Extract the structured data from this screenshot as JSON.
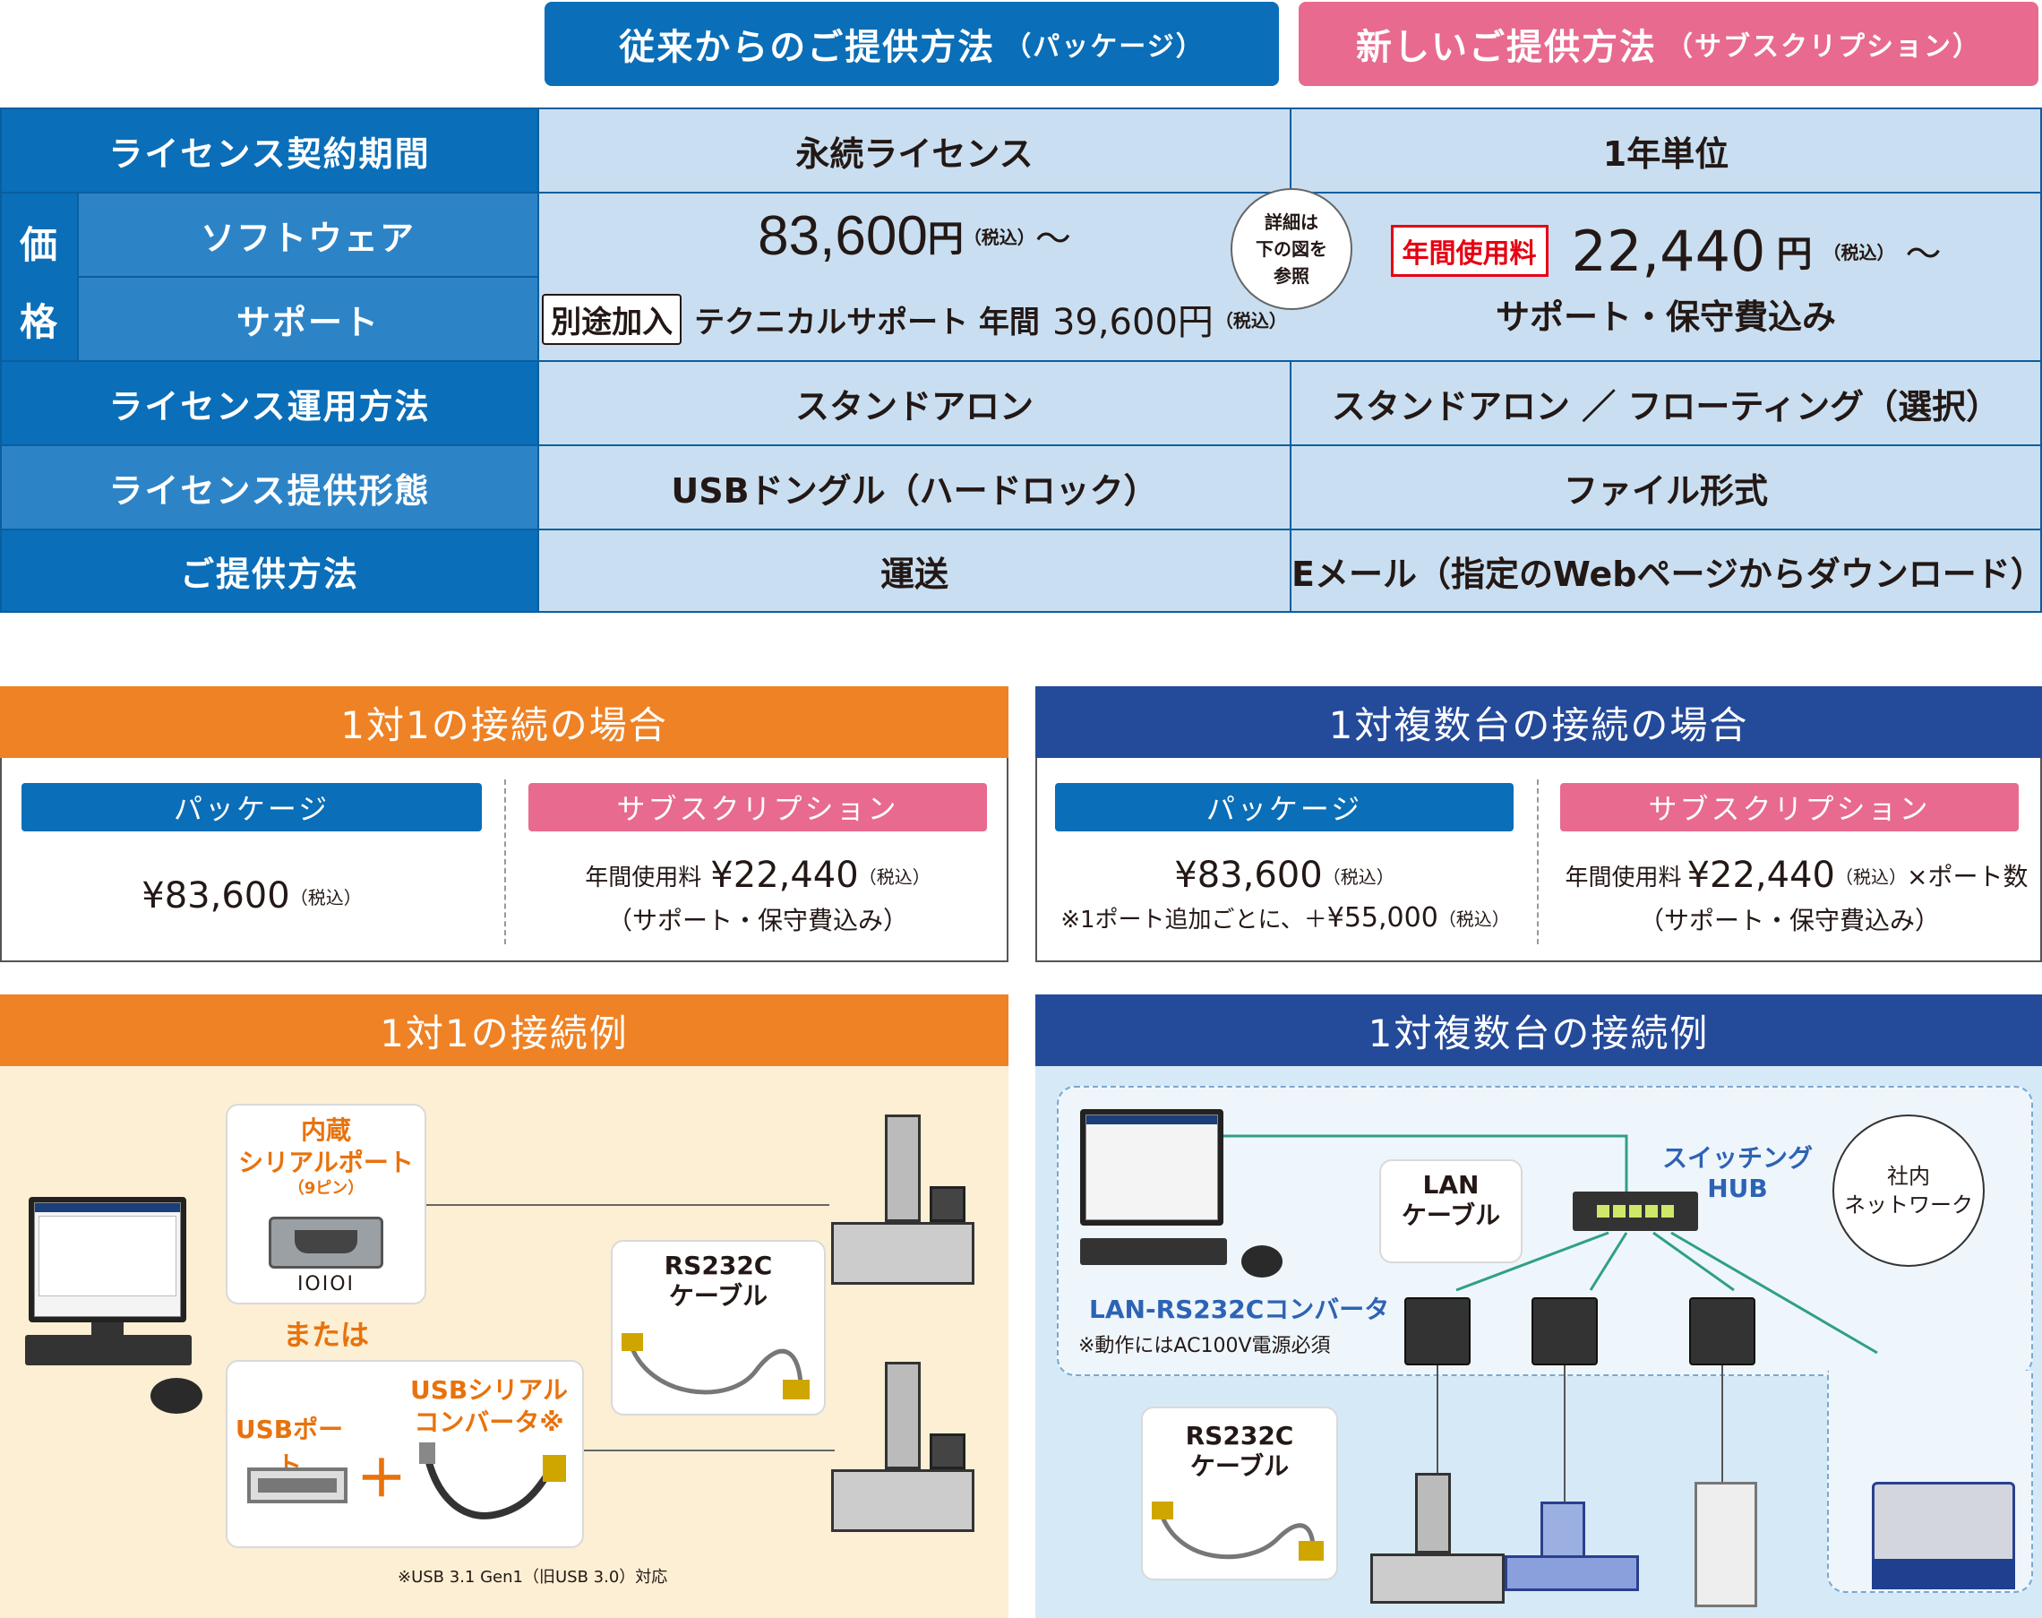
{
  "header": {
    "package_title": "従来からのご提供方法",
    "package_sub": "（パッケージ）",
    "subscription_title": "新しいご提供方法",
    "subscription_sub": "（サブスクリプション）"
  },
  "table": {
    "rows": {
      "license_period": {
        "label": "ライセンス契約期間",
        "package": "永続ライセンス",
        "subscription": "1年単位"
      },
      "price_label_1": "価",
      "price_label_2": "格",
      "software": {
        "label": "ソフトウェア",
        "package_amount": "83,600",
        "package_yen": "円",
        "tax": "（税込）",
        "tilde": "～",
        "sub_badge": "年間使用料",
        "sub_amount": "22,440",
        "sub_yen": "円"
      },
      "support": {
        "label": "サポート",
        "package_badge": "別途加入",
        "package_text": "テクニカルサポート 年間",
        "package_amount": "39,600円",
        "package_tax": "（税込）",
        "subscription": "サポート・保守費込み"
      },
      "detail_note": [
        "詳細は",
        "下の図を",
        "参照"
      ],
      "operation": {
        "label": "ライセンス運用方法",
        "package": "スタンドアロン",
        "subscription": "スタンドアロン ／ フローティング（選択）"
      },
      "form": {
        "label": "ライセンス提供形態",
        "package": "USBドングル（ハードロック）",
        "subscription": "ファイル形式"
      },
      "delivery": {
        "label": "ご提供方法",
        "package": "運送",
        "subscription": "Eメール（指定のWebページからダウンロード）"
      }
    }
  },
  "one_to_one": {
    "title": "1対1の接続の場合",
    "package_label": "パッケージ",
    "subscription_label": "サブスクリプション",
    "package_price": "¥83,600",
    "tax": "（税込）",
    "sub_prefix": "年間使用料",
    "sub_price": "¥22,440",
    "sub_note": "（サポート・保守費込み）"
  },
  "one_to_many": {
    "title": "1対複数台の接続の場合",
    "package_label": "パッケージ",
    "subscription_label": "サブスクリプション",
    "package_price": "¥83,600",
    "tax": "（税込）",
    "package_note_prefix": "※1ポート追加ごとに、＋",
    "package_note_price": "¥55,000",
    "sub_prefix": "年間使用料",
    "sub_price": "¥22,440",
    "sub_suffix": "×ポート数",
    "sub_note": "（サポート・保守費込み）"
  },
  "example_one": {
    "title": "1対1の接続例",
    "serial_title_1": "内蔵",
    "serial_title_2": "シリアルポート",
    "serial_pins": "（9ピン）",
    "serial_symbol": "IOIOI",
    "or": "または",
    "usb_port": "USBポート",
    "plus": "＋",
    "usb_converter_1": "USBシリアル",
    "usb_converter_2": "コンバータ※",
    "rs232c_1": "RS232C",
    "rs232c_2": "ケーブル",
    "footnote": "※USB 3.1 Gen1（旧USB 3.0）対応"
  },
  "example_many": {
    "title": "1対複数台の接続例",
    "lan_1": "LAN",
    "lan_2": "ケーブル",
    "hub_1": "スイッチング",
    "hub_2": "HUB",
    "network_1": "社内",
    "network_2": "ネットワーク",
    "converter": "LAN-RS232Cコンバータ",
    "converter_note": "※動作にはAC100V電源必須",
    "rs232c_1": "RS232C",
    "rs232c_2": "ケーブル"
  },
  "colors": {
    "blue": "#0a6eb8",
    "blue_light": "#2c84c7",
    "cell_light": "#c9dff1",
    "pink": "#e86a8f",
    "orange": "#ef8224",
    "navy": "#244a9a",
    "cream": "#fdefd4",
    "lightblue_bg": "#d6e9f7",
    "red": "#e60012"
  }
}
